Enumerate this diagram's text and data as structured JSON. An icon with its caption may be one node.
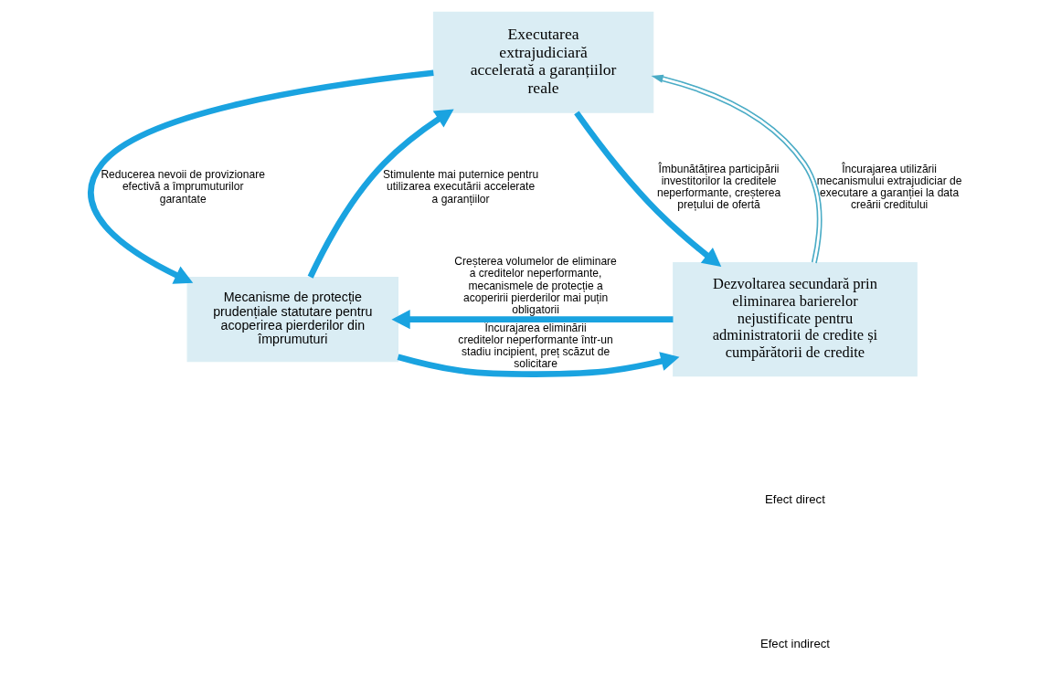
{
  "diagram": {
    "nodes": [
      {
        "text": [
          "Executarea extrajudiciară accelerată a garanțiilor reale"
        ]
      },
      {
        "text": [
          "Mecanisme de protecție prudențiale statutare pentru acoperirea pierderilor din împrumuturi"
        ]
      },
      {
        "text": [
          "Dezvoltarea secundară prin eliminarea barierelor nejustificate pentru administratorii de credite și cumpărătorii de credite"
        ]
      }
    ],
    "edges": [
      {
        "from": 0,
        "to": 1,
        "arrow": "to",
        "label": "Reducerea nevoii de provizionare efectivă a împrumuturilor garantate"
      },
      {
        "from": 1,
        "to": 0,
        "arrow": "to",
        "label": "Stimulente mai puternice pentru utilizarea executării accelerate a garanțiilor"
      },
      {
        "from": 0,
        "to": 2,
        "arrow": "to",
        "label": "Îmbunătățirea participării investitorilor la creditele neperformante, creșterea prețului de ofertă"
      },
      {
        "from": 2,
        "to": 0,
        "arrow": "to",
        "label": "Încurajarea utilizării mecanismului extrajudiciar de executare a garanției la data creării creditului",
        "color": "#4bacc6"
      },
      {
        "from": 1,
        "to": 2,
        "arrow": "to",
        "label": "Încurajarea eliminării creditelor neperformante într-un stadiu incipient, preț scăzut de solicitare"
      },
      {
        "from": 2,
        "to": 1,
        "arrow": "to",
        "label": "Creșterea volumelor de eliminare a creditelor neperformante, mecanismele de protecție a acoperirii pierderilor mai puțin obligatorii"
      }
    ],
    "legend": [
      {
        "text": "Efect direct"
      },
      {
        "text": "Efect indirect"
      }
    ]
  }
}
